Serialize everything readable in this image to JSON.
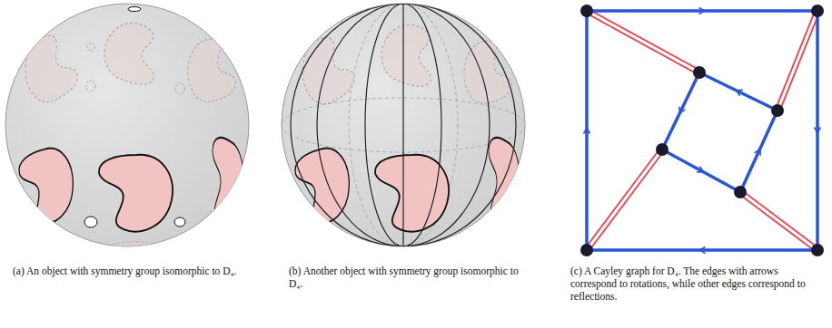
{
  "diagram": {
    "labels": [
      "(a) An object with symmetry group isomorphic to D₄.",
      "(b) Another object with symmetry group isomorphic to D₄.",
      "(c) A Cayley graph for D₄. The edges with arrows correspond to rotations, while other edges correspond to reflections."
    ]
  }
}
